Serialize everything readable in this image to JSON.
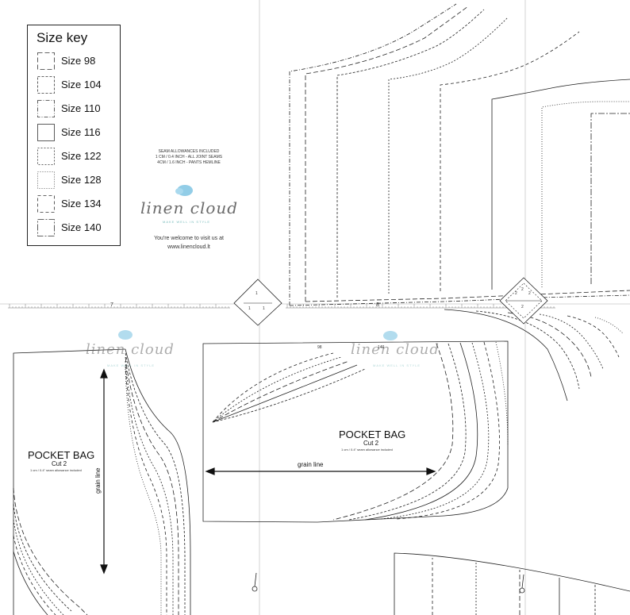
{
  "size_key": {
    "title": "Size key",
    "sizes": [
      {
        "label": "Size 98",
        "line": "6,3"
      },
      {
        "label": "Size 104",
        "line": "3,2"
      },
      {
        "label": "Size 110",
        "line": "5,2,1,2"
      },
      {
        "label": "Size 116",
        "line": ""
      },
      {
        "label": "Size 122",
        "line": "2,2"
      },
      {
        "label": "Size 128",
        "line": "1,2"
      },
      {
        "label": "Size 134",
        "line": "4,3"
      },
      {
        "label": "Size 140",
        "line": "8,2,2,2"
      }
    ]
  },
  "seam_note": {
    "line1": "SEAM ALLOWANCES INCLUDED",
    "line2": "1 CM / 0.4 INCH - ALL JOINT SEAMS",
    "line3": "4CM / 1.6  INCH - PANTS HEMLINE"
  },
  "logo": {
    "text": "linen cloud",
    "tagline": "MAKE WELL IN STYLE"
  },
  "visit": {
    "line1": "You're welcome to visit us at",
    "line2": "www.linencloud.lt"
  },
  "pieces": [
    {
      "title": "POCKET BAG",
      "cut": "Cut 2",
      "note": "1 cm / 0.4\" seam allowance included",
      "grain": "grain line"
    },
    {
      "title": "POCKET BAG",
      "cut": "Cut 2",
      "note": "1 cm / 0.4\" seam allowance included",
      "grain": "grain line"
    }
  ],
  "marks": {
    "diamond1_top": "1",
    "diamond1_left": "1",
    "diamond1_right": "1",
    "diamond2_top": "2",
    "diamond2_left": "2",
    "diamond2_right": "2",
    "diamond2_bottom": "2",
    "ruler_number_a": "7",
    "ruler_number_b": "8",
    "size_label_min": "98",
    "size_label_max": "140"
  },
  "colors": {
    "line": "#222222",
    "logo_accent": "#7fc4e3",
    "logo_text": "#6b6b6b"
  }
}
